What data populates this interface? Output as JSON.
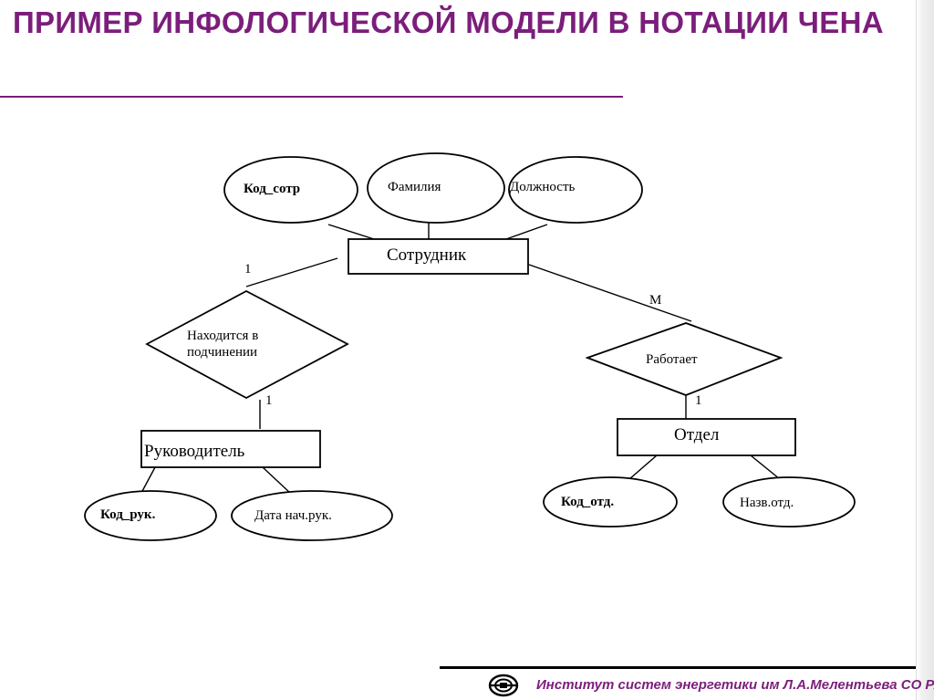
{
  "title": "ПРИМЕР ИНФОЛОГИЧЕСКОЙ МОДЕЛИ В НОТАЦИИ ЧЕНА",
  "entities": {
    "employee": "Сотрудник",
    "manager": "Руководитель",
    "department": "Отдел"
  },
  "attributes": {
    "emp_id": "Код_сотр",
    "surname": "Фамилия",
    "position": "Должность",
    "mgr_id": "Код_рук.",
    "mgr_start": "Дата нач.рук.",
    "dept_id": "Код_отд.",
    "dept_name": "Назв.отд."
  },
  "relationships": {
    "subordinate_line1": "Находится в",
    "subordinate_line2": "подчинении",
    "works": "Работает"
  },
  "cardinalities": {
    "emp_subordinate": "1",
    "subordinate_manager": "1",
    "emp_works": "М",
    "works_dept": "1"
  },
  "footer": {
    "institute": "Институт систем энергетики им Л.А.Мелентьева СО РАН"
  },
  "colors": {
    "title": "#7b1e7b",
    "lines": "#000000"
  }
}
